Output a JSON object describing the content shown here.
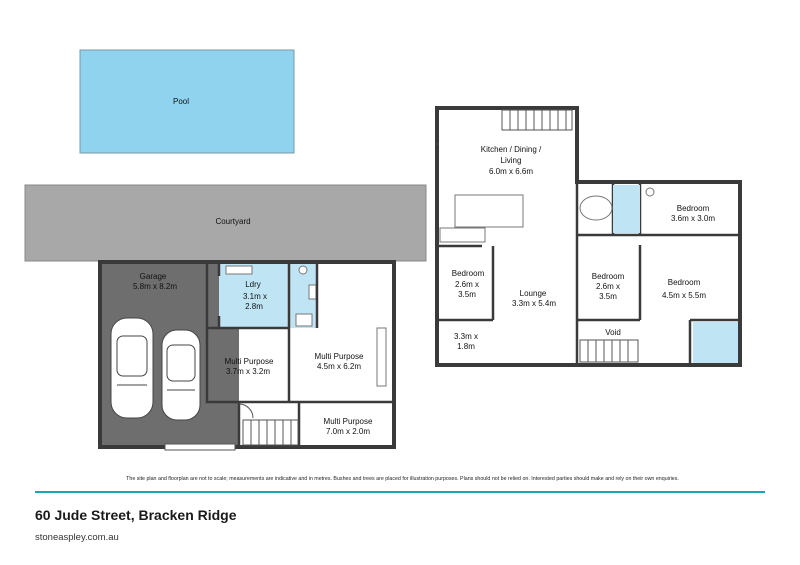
{
  "plan": {
    "pool": {
      "name": "Pool"
    },
    "courtyard": {
      "name": "Courtyard"
    },
    "garage": {
      "name": "Garage",
      "dims": "5.8m x 8.2m"
    },
    "laundry": {
      "name": "Ldry",
      "dims_line1": "3.1m x",
      "dims_line2": "2.8m"
    },
    "multi1": {
      "name": "Multi Purpose",
      "dims": "3.7m x 3.2m"
    },
    "multi2": {
      "name": "Multi Purpose",
      "dims": "4.5m x 6.2m"
    },
    "multi3": {
      "name": "Multi Purpose",
      "dims": "7.0m x 2.0m"
    },
    "kitchen": {
      "line1": "Kitchen / Dining /",
      "line2": "Living",
      "dims": "6.0m x 6.6m"
    },
    "bed1": {
      "name": "Bedroom",
      "dims_line1": "2.6m x",
      "dims_line2": "3.5m"
    },
    "lounge": {
      "name": "Lounge",
      "dims": "3.3m x 5.4m"
    },
    "small": {
      "line1": "3.3m x",
      "line2": "1.8m"
    },
    "bed2": {
      "name": "Bedroom",
      "dims_line1": "2.6m x",
      "dims_line2": "3.5m"
    },
    "bed3": {
      "name": "Bedroom",
      "dims": "3.6m x 3.0m"
    },
    "bed4": {
      "name": "Bedroom",
      "dims": "4.5m x 5.5m"
    },
    "void": {
      "name": "Void"
    }
  },
  "footer": {
    "disclaimer": "The site plan and floorplan are not to scale; measurements are indicative and in metres. Bushes and trees are placed for illustration purposes. Plans should not be relied on. Interested parties should make and rely on their own enquiries.",
    "address": "60 Jude Street, Bracken Ridge",
    "website": "stoneaspley.com.au"
  },
  "colors": {
    "pool": "#8fd3ef",
    "courtyard": "#a8a8a8",
    "garage": "#6e6e6e",
    "laundry": "#bfe4f4",
    "accent_rule": "#19a7b3"
  }
}
